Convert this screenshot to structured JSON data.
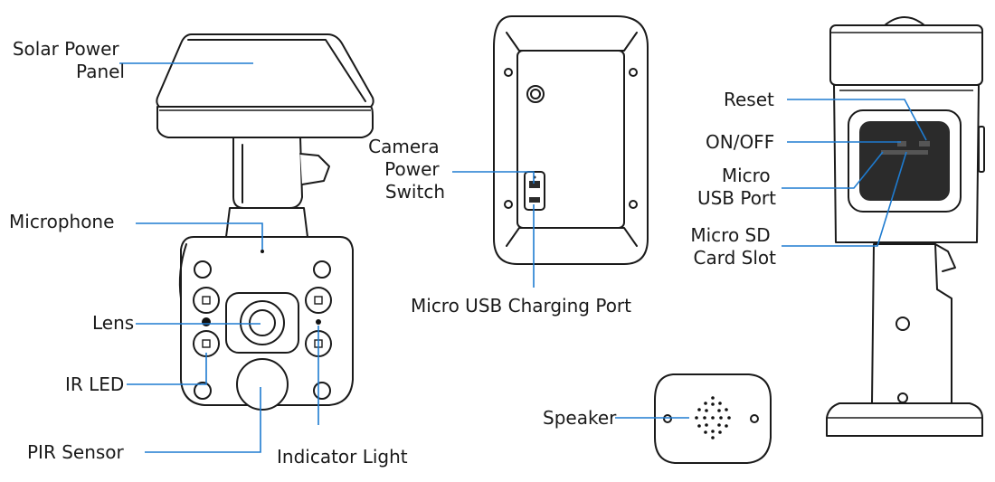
{
  "labels": {
    "solar_power_panel": [
      "Solar Power",
      "Panel"
    ],
    "microphone": "Microphone",
    "lens": "Lens",
    "ir_led": "IR LED",
    "pir_sensor": "PIR Sensor",
    "indicator_light": "Indicator Light",
    "camera_power_switch": [
      "Camera",
      "Power",
      "Switch"
    ],
    "micro_usb_charging_port": "Micro USB Charging Port",
    "speaker": "Speaker",
    "reset": "Reset",
    "on_off": "ON/OFF",
    "micro_usb_port": [
      "Micro",
      "USB Port"
    ],
    "micro_sd_card_slot": [
      "Micro SD",
      "Card Slot"
    ]
  },
  "colors": {
    "leader_line": "#1e7bd0",
    "ink": "#1a1a1a"
  }
}
